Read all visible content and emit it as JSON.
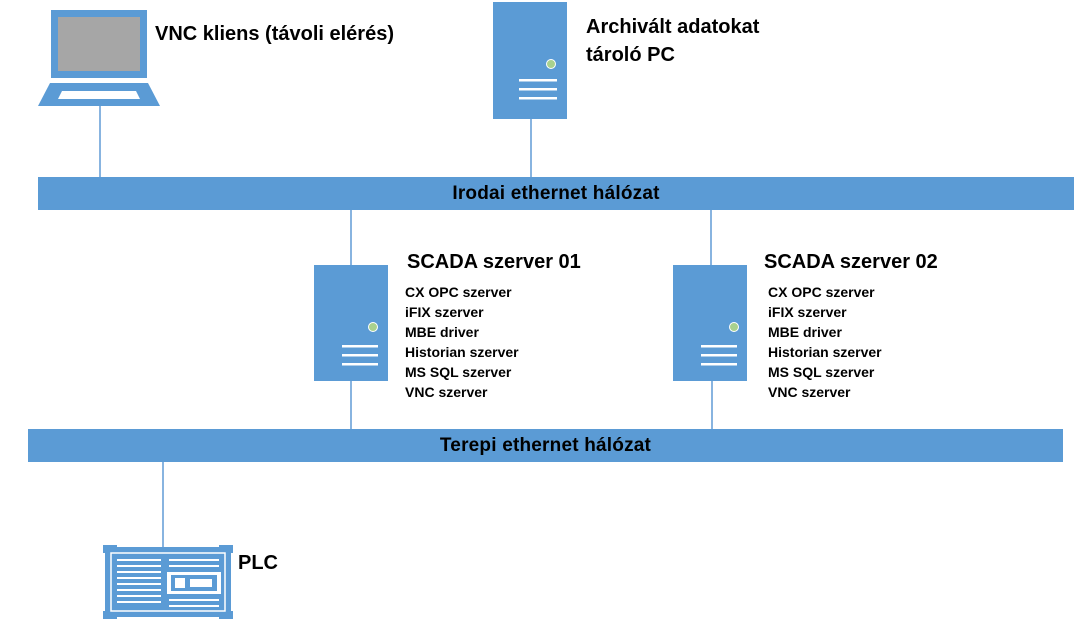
{
  "colors": {
    "accent": "#5b9bd5",
    "connector": "#88b4e0",
    "led": "#a9d18e"
  },
  "vnc_client": {
    "label": "VNC kliens (távoli elérés)",
    "icon": "laptop-icon"
  },
  "archive_pc": {
    "label_line1": "Archivált adatokat",
    "label_line2": "tároló PC",
    "icon": "server-icon"
  },
  "office_network": {
    "label": "Irodai ethernet hálózat"
  },
  "scada_01": {
    "title": "SCADA szerver 01",
    "icon": "server-icon",
    "services": [
      "CX OPC szerver",
      "iFIX szerver",
      "MBE driver",
      "Historian szerver",
      "MS SQL szerver",
      "VNC szerver"
    ]
  },
  "scada_02": {
    "title": "SCADA szerver 02",
    "icon": "server-icon",
    "services": [
      "CX OPC szerver",
      "iFIX szerver",
      "MBE driver",
      "Historian szerver",
      "MS SQL szerver",
      "VNC szerver"
    ]
  },
  "field_network": {
    "label": "Terepi ethernet hálózat"
  },
  "plc": {
    "label": "PLC",
    "icon": "plc-icon"
  }
}
